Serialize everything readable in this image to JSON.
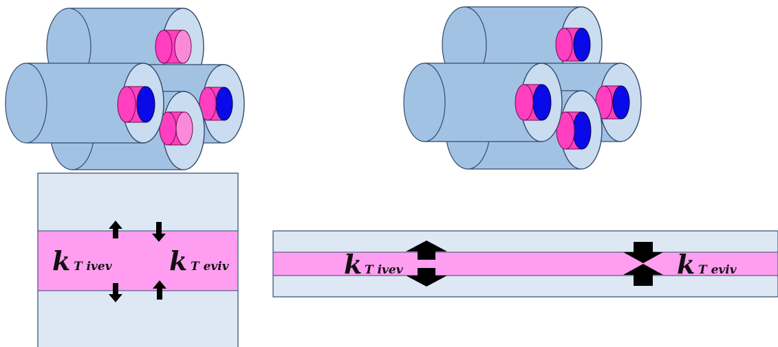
{
  "colors": {
    "tube_fill": "#a2c2e3",
    "tube_face": "#c9dcf0",
    "tube_stroke": "#30486b",
    "magenta": "#ff3fbf",
    "light_pink": "#f98ad8",
    "blue": "#0a0ae8",
    "panel_fill": "#dde8f4",
    "band_fill": "#ff9ef0",
    "arrow": "#000000"
  },
  "left_panel": {
    "label_1_main": "k",
    "label_1_sub": "T ivev",
    "label_2_main": "k",
    "label_2_sub": "T eviv"
  },
  "right_panel": {
    "label_1_main": "k",
    "label_1_sub": "T ivev",
    "label_2_main": "k",
    "label_2_sub": "T eviv"
  }
}
